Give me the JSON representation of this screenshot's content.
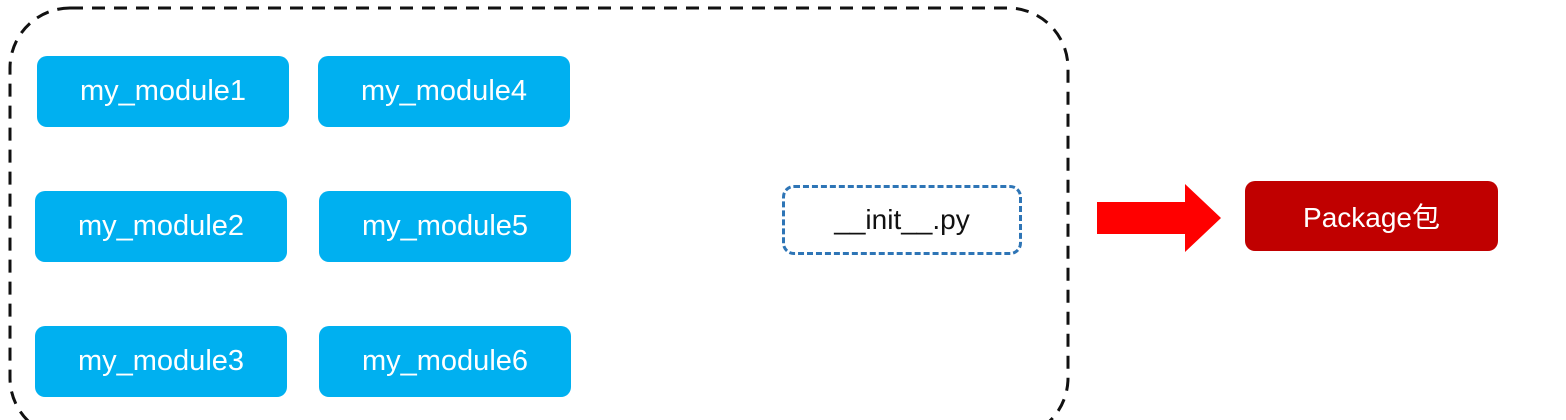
{
  "modules": [
    {
      "label": "my_module1"
    },
    {
      "label": "my_module2"
    },
    {
      "label": "my_module3"
    },
    {
      "label": "my_module4"
    },
    {
      "label": "my_module5"
    },
    {
      "label": "my_module6"
    }
  ],
  "init_file": "__init__.py",
  "package_label": "Package包",
  "colors": {
    "module_fill": "#00b0f0",
    "init_border": "#2e75b6",
    "arrow": "#ff0000",
    "package_fill": "#c00000",
    "frame_border": "#111111"
  }
}
